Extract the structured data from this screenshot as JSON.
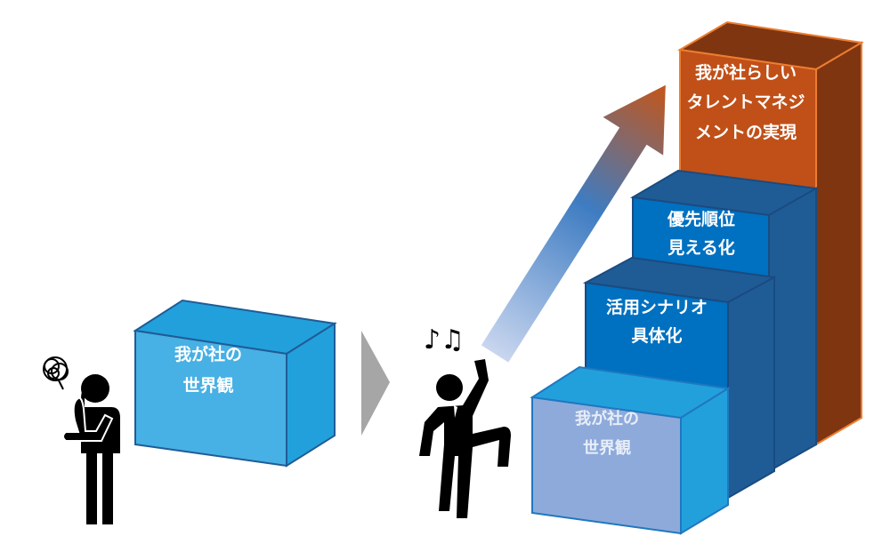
{
  "left_box": {
    "lines": [
      "我が社の",
      "世界観"
    ]
  },
  "steps": [
    {
      "lines": [
        "我が社の",
        "世界観"
      ]
    },
    {
      "lines": [
        "活用シナリオ",
        "具体化"
      ]
    },
    {
      "lines": [
        "優先順位",
        "見える化"
      ]
    },
    {
      "lines": [
        "我が社らしい",
        "タレントマネジ",
        "メントの実現"
      ]
    }
  ],
  "music_notes": "♪♫",
  "colors": {
    "light_blue": "#47b0e4",
    "mid_blue": "#0070c0",
    "dark_blue": "#1f5c96",
    "orange": "#c05018",
    "brown": "#7f3510",
    "pale_blue": "#8eaadb",
    "chevron": "#a6a6a6"
  }
}
